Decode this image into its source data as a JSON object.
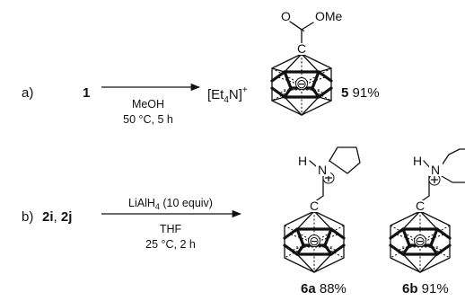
{
  "reaction_a": {
    "label": "a)",
    "reactant": "1",
    "reagent": "MeOH",
    "conditions": "50 °C, 5 h",
    "counterion": {
      "main": "[Et",
      "sub": "4",
      "tail": "N]",
      "charge": "+"
    },
    "ester_O": "O",
    "ester_OMe": "OMe",
    "vertex_C": "C",
    "cage_charge": "⊖",
    "product_id": "5",
    "product_yield": " 91%"
  },
  "reaction_b": {
    "label": "b)",
    "reactants": {
      "first": "2i",
      "sep": ", ",
      "second": "2j"
    },
    "reagent": {
      "main": "LiAlH",
      "sub": "4",
      "tail": " (10 equiv)"
    },
    "solvent": "THF",
    "conditions": "25 °C, 2 h",
    "product_6a": {
      "H": "H",
      "N": "N",
      "plus": "⊕",
      "C": "C",
      "charge": "⊖",
      "id": "6a",
      "yield": " 88%"
    },
    "product_6b": {
      "H": "H",
      "N": "N",
      "plus": "⊕",
      "C": "C",
      "charge": "⊖",
      "id": "6b",
      "yield": " 91%"
    }
  },
  "colors": {
    "ink": "#111111",
    "background": "#ffffff"
  }
}
